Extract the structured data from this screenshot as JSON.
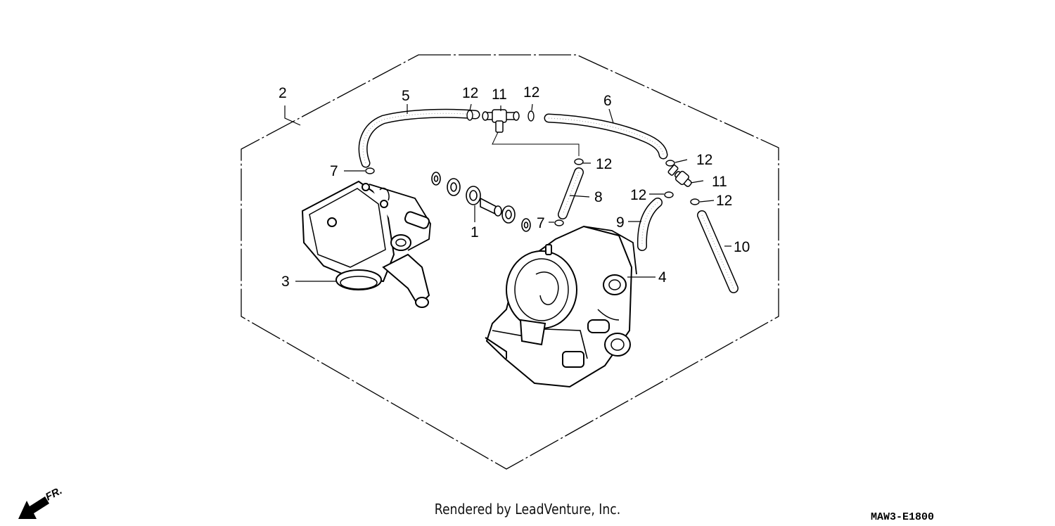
{
  "callouts": {
    "c1": "1",
    "c2": "2",
    "c3": "3",
    "c4": "4",
    "c5": "5",
    "c6": "6",
    "c7a": "7",
    "c7b": "7",
    "c8": "8",
    "c9": "9",
    "c10": "10",
    "c11a": "11",
    "c11b": "11",
    "c12a": "12",
    "c12b": "12",
    "c12c": "12",
    "c12d": "12",
    "c12e": "12",
    "c12f": "12"
  },
  "direction_label": "FR.",
  "footer": {
    "rendered_by": "Rendered by LeadVenture, Inc."
  },
  "diagram_code": "MAW3-E1800",
  "colors": {
    "line": "#000000",
    "background": "#ffffff"
  }
}
